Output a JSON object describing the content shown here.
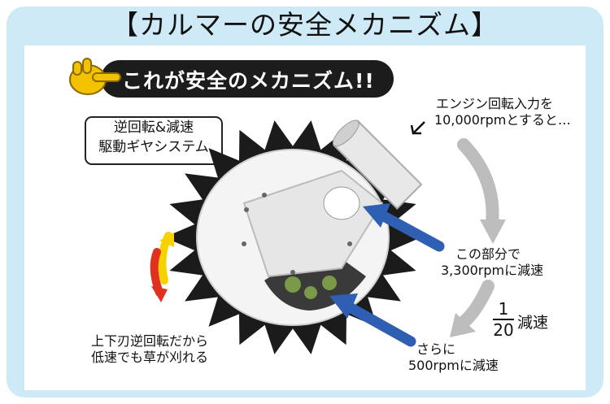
{
  "title": "【カルマーの安全メカニズム】",
  "banner": {
    "text": "これが安全のメカニズム!!",
    "icon": "pointing-hand-icon"
  },
  "mechanism_box": {
    "line1": "逆回転&減速",
    "line2": "駆動ギヤシステム"
  },
  "input_note": {
    "line1": "エンジン回転入力を",
    "line2": "10,000rpmとすると…"
  },
  "stage1": {
    "line1": "この部分で",
    "line2": "3,300rpmに減速"
  },
  "reduction": {
    "numerator": "1",
    "denominator": "20",
    "word": "減速"
  },
  "stage2": {
    "line1": "さらに",
    "line2": "500rpmに減速"
  },
  "blade_note": {
    "line1": "上下刃逆回転だから",
    "line2": "低速でも草が刈れる"
  },
  "colors": {
    "frame": "#cdeaf6",
    "banner": "#1c1c1c",
    "arrow_blue": "#2f5fb3",
    "arrow_grey": "#b8b8b8",
    "arrow_yellow": "#f5d200",
    "arrow_red": "#e0301e",
    "tine": "#1b1b1b"
  }
}
